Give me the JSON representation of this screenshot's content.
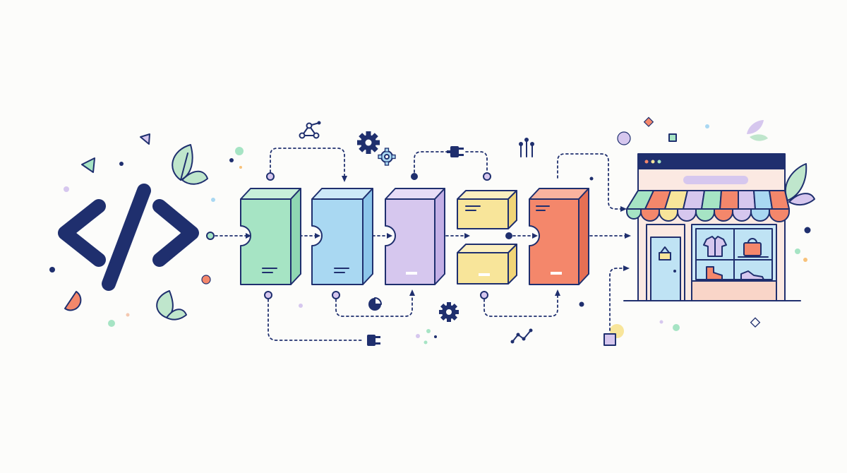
{
  "colors": {
    "ink": "#1f2f6e",
    "mint": "#a6e4c4",
    "blue": "#a9d8f2",
    "lavender": "#d6c7ee",
    "yellow": "#f8e59a",
    "coral": "#f4876b",
    "leaf": "#bfe6cc",
    "background": "#fcfcfa"
  },
  "icons": {
    "code": "code-brackets-icon",
    "pipeline_blocks": [
      "mint-block",
      "blue-block",
      "lavender-block",
      "yellow-block-stack",
      "coral-block"
    ],
    "floating": [
      "network-nodes-icon",
      "gear-icon",
      "plug-icon",
      "pin-icon",
      "pie-chart-icon",
      "line-chart-icon"
    ],
    "destination": "storefront-icon",
    "storefront_items": [
      "shirt-icon",
      "handbag-icon",
      "boot-icon",
      "sneaker-icon"
    ]
  }
}
